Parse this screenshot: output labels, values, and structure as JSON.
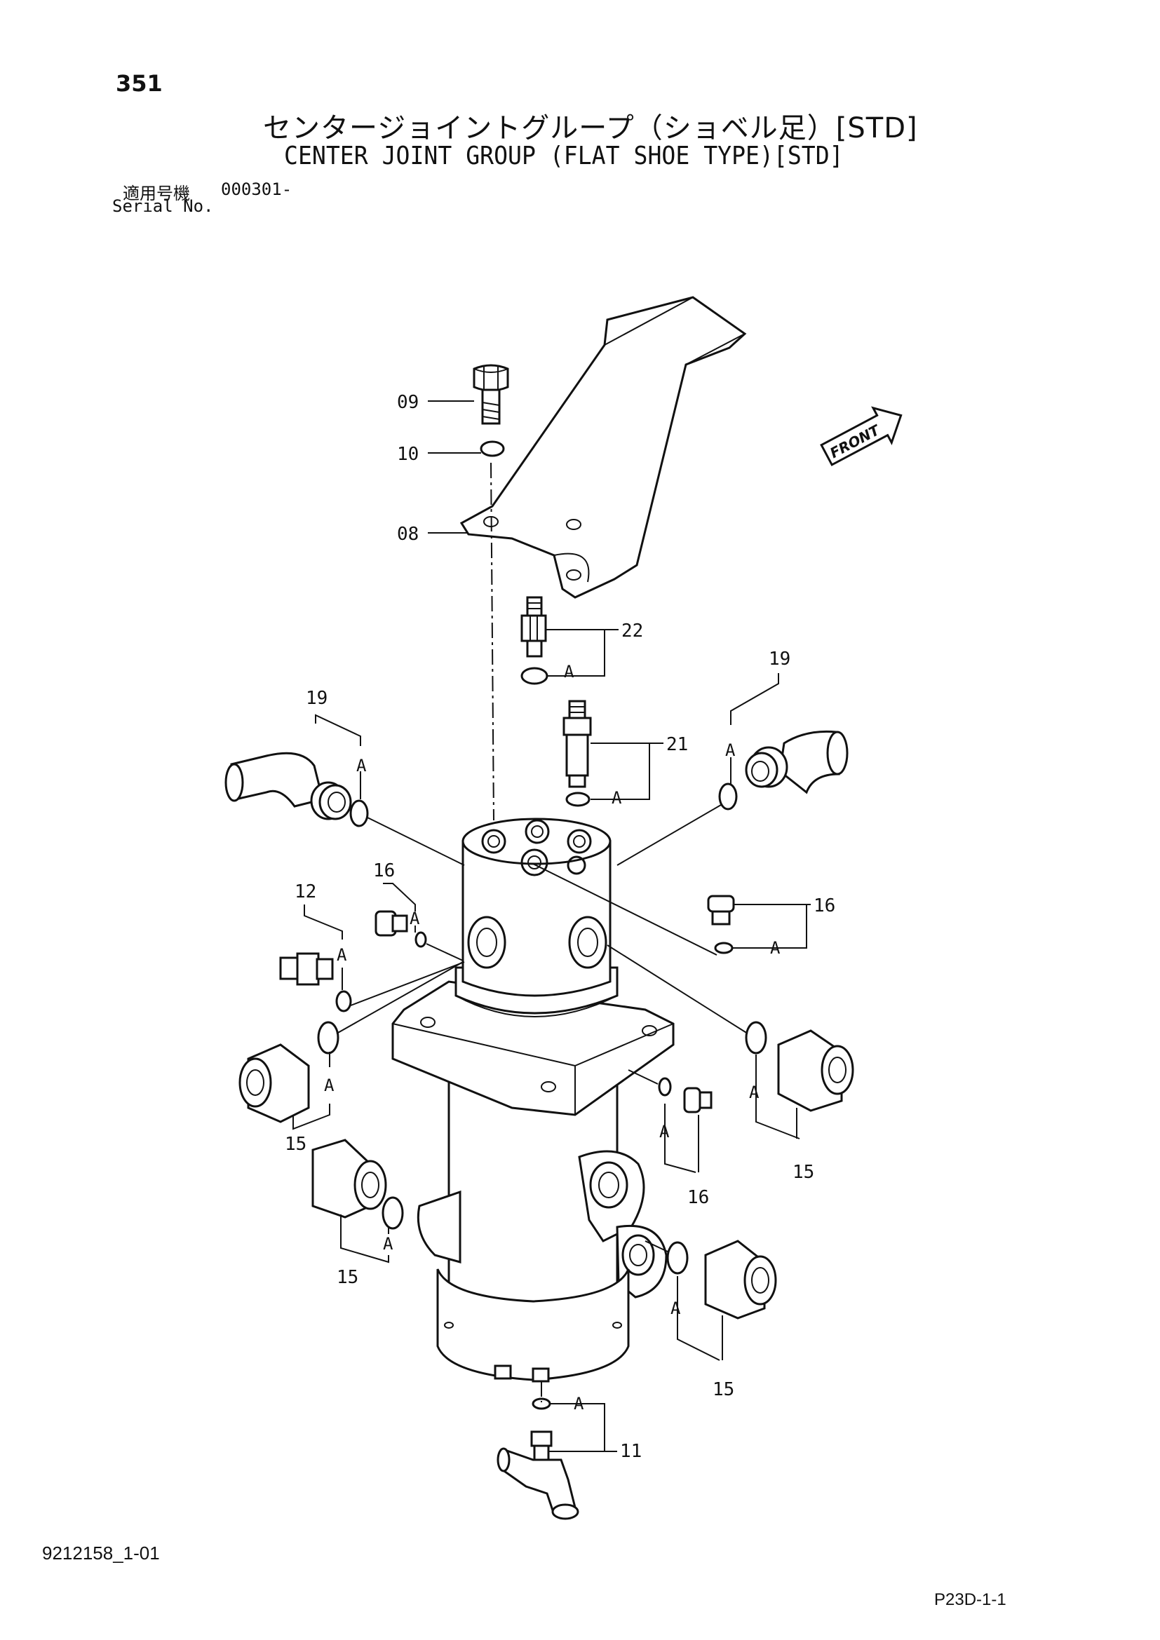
{
  "page": {
    "number": "351",
    "title_jp": "センタージョイントグループ（ショベル足）[STD]",
    "title_en": "CENTER JOINT GROUP (FLAT SHOE TYPE)[STD]",
    "serial_label_jp": "適用号機",
    "serial_value": "000301-",
    "serial_label_en": "Serial No.",
    "doc_id": "9212158_1-01",
    "plate_id": "P23D-1-1"
  },
  "diagram": {
    "front_marker": "FRONT",
    "kit_marker": "A",
    "callouts": [
      "09",
      "10",
      "08",
      "22",
      "21",
      "19",
      "19",
      "16",
      "16",
      "12",
      "15",
      "15",
      "15",
      "15",
      "16",
      "11"
    ]
  }
}
